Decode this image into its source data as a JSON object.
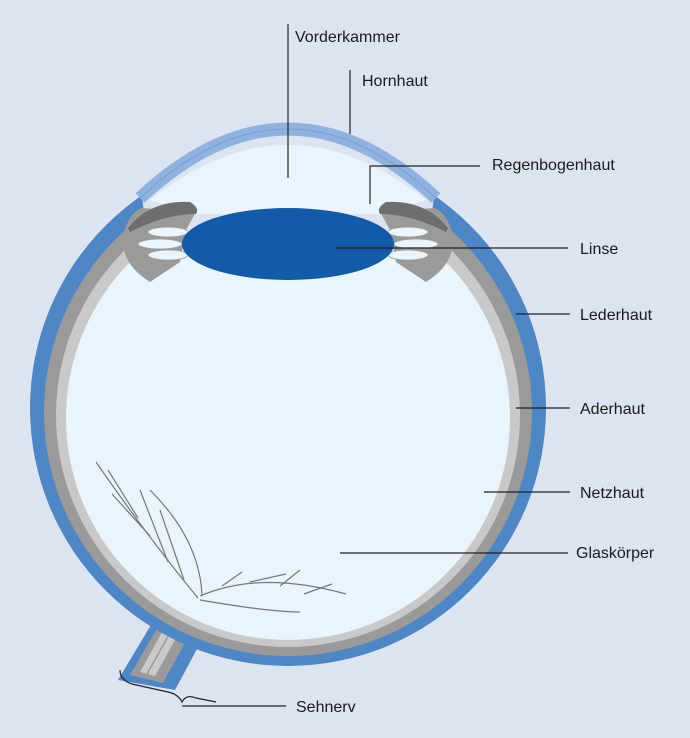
{
  "colors": {
    "background": "#dde4f1",
    "sclera": "#4f86c6",
    "cornea": "#8fb2e0",
    "choroid": "#9a9a9a",
    "retina": "#c9c9c9",
    "vitreous": "#eaf4fd",
    "lens": "#135aa8",
    "iris": "#6e6e6e"
  },
  "labels": {
    "vorderkammer": "Vorderkammer",
    "hornhaut": "Hornhaut",
    "regenbogenhaut": "Regenbogenhaut",
    "linse": "Linse",
    "lederhaut": "Lederhaut",
    "aderhaut": "Aderhaut",
    "netzhaut": "Netzhaut",
    "glaskoerper": "Glaskörper",
    "sehnerv": "Sehnerv"
  }
}
